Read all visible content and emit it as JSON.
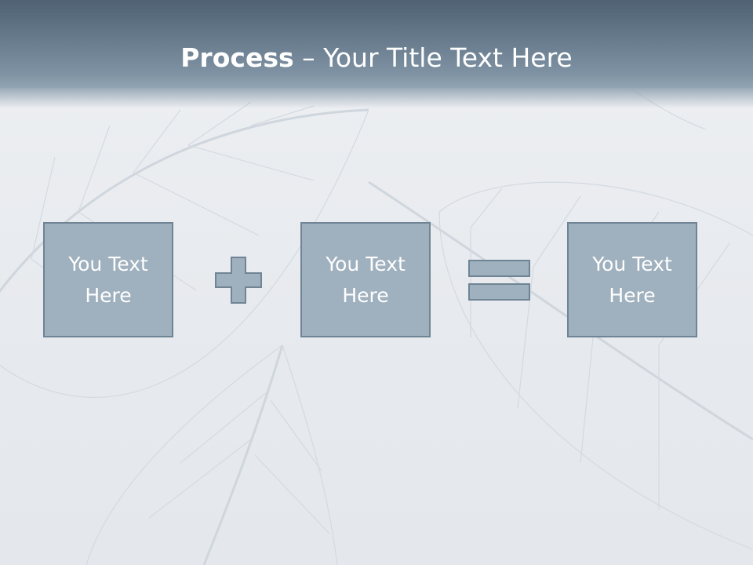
{
  "slide": {
    "title_bold": "Process",
    "title_rest": " – Your Title Text Here",
    "boxes": [
      {
        "text": "You Text Here"
      },
      {
        "text": "You Text Here"
      },
      {
        "text": "You Text Here"
      }
    ],
    "operators": [
      "plus-icon",
      "equals-icon"
    ],
    "colors": {
      "title_bar": "#677b8d",
      "box_fill": "#9fb0be",
      "box_border": "#6f8494",
      "background": "#e9ecf0"
    }
  }
}
